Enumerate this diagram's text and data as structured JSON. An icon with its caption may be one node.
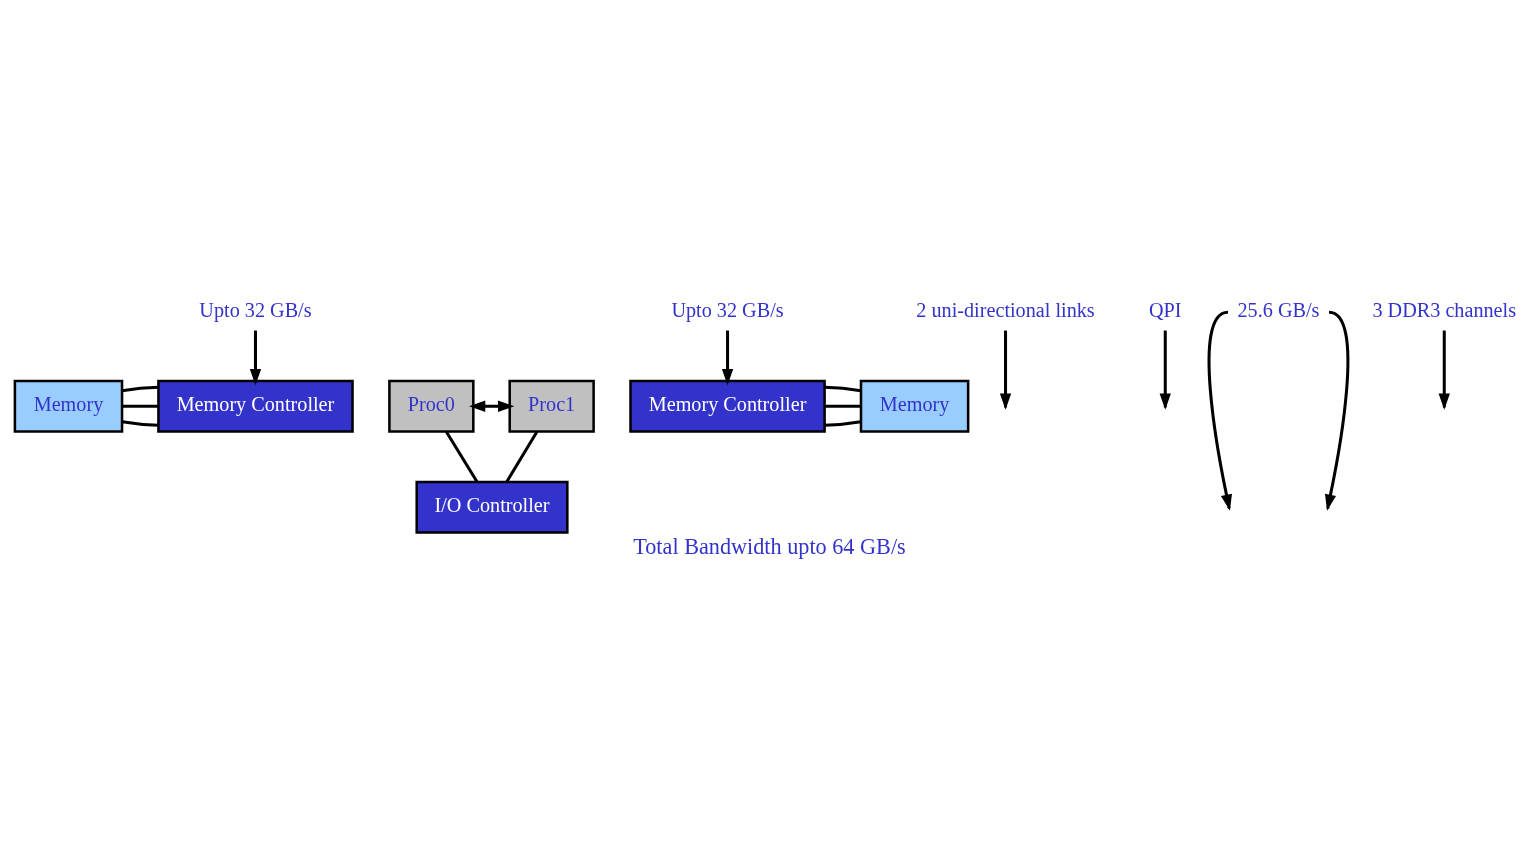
{
  "diagram": {
    "caption": "Total Bandwidth upto 64 GB/s",
    "nodes": [
      {
        "text": [
          "Memory"
        ]
      },
      {
        "text": [
          "Memory Controller"
        ]
      },
      {
        "text": [
          "Proc0"
        ]
      },
      {
        "text": [
          "Proc1"
        ]
      },
      {
        "text": [
          "Memory Controller"
        ]
      },
      {
        "text": [
          "Memory"
        ]
      },
      {
        "text": [
          "I/O Controller"
        ]
      },
      {
        "text": [
          "2 uni-directional links"
        ]
      },
      {
        "text": [
          "QPI"
        ]
      },
      {
        "text": [
          "25.6 GB/s"
        ]
      },
      {
        "text": [
          "Upto 32 GB/s"
        ]
      },
      {
        "text": [
          "Upto 32 GB/s"
        ]
      },
      {
        "text": [
          "3 DDR3 channels"
        ]
      }
    ],
    "edges": [
      {
        "from": 0,
        "to": 1,
        "arrow": "none"
      },
      {
        "from": 0,
        "to": 1,
        "arrow": "none"
      },
      {
        "from": 0,
        "to": 1,
        "arrow": "none"
      },
      {
        "from": 2,
        "to": 3,
        "arrow": "both"
      },
      {
        "from": 2,
        "to": 6,
        "arrow": "none"
      },
      {
        "from": 3,
        "to": 6,
        "arrow": "none"
      },
      {
        "from": 4,
        "to": 5,
        "arrow": "none"
      },
      {
        "from": 4,
        "to": 5,
        "arrow": "none"
      },
      {
        "from": 4,
        "to": 5,
        "arrow": "none"
      },
      {
        "from": 7,
        "to": null,
        "arrow": "to"
      },
      {
        "from": 8,
        "to": null,
        "arrow": "to"
      },
      {
        "from": 9,
        "to": null,
        "arrow": "to"
      },
      {
        "from": 9,
        "to": null,
        "arrow": "to"
      },
      {
        "from": 10,
        "to": 1,
        "arrow": "to"
      },
      {
        "from": 11,
        "to": 4,
        "arrow": "to"
      },
      {
        "from": 12,
        "to": null,
        "arrow": "to"
      }
    ]
  }
}
